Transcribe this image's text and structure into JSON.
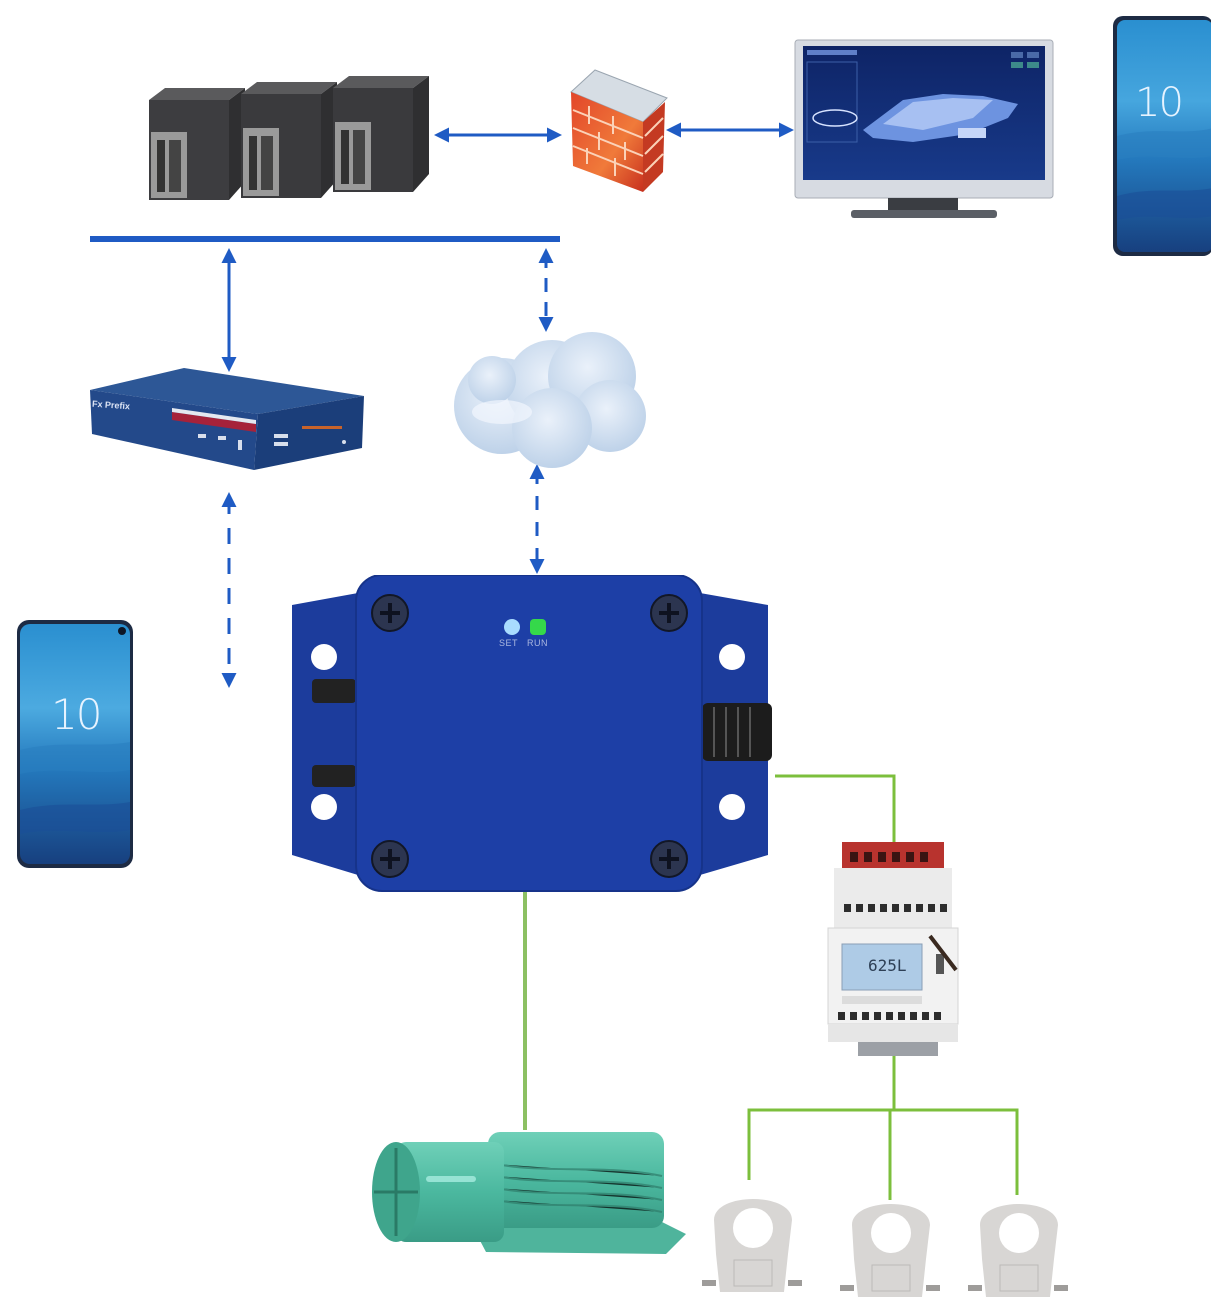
{
  "diagram": {
    "title": "IoT wireless sensor network architecture",
    "colors": {
      "network_link": "#1f5bc4",
      "field_wire": "#7cbf3c",
      "gateway_body": "#1d3fa6",
      "background": "#ffffff"
    },
    "nodes": [
      {
        "id": "servers",
        "label": "Server cluster",
        "icon": "server-rack-icon",
        "count": 3
      },
      {
        "id": "firewall",
        "label": "Firewall",
        "icon": "firewall-icon"
      },
      {
        "id": "monitor",
        "label": "Monitoring display",
        "icon": "monitor-icon"
      },
      {
        "id": "phone_top_right",
        "label": "Smartphone",
        "icon": "smartphone-icon",
        "screen_text": "10"
      },
      {
        "id": "router",
        "label": "Network router",
        "icon": "router-icon",
        "brand_text": "Fx Prefix"
      },
      {
        "id": "cloud",
        "label": "Cloud",
        "icon": "cloud-icon"
      },
      {
        "id": "phone_left",
        "label": "Smartphone",
        "icon": "smartphone-icon",
        "screen_text": "10"
      },
      {
        "id": "gateway",
        "label": "Wireless gateway",
        "icon": "gateway-box-icon",
        "leds": [
          {
            "label": "SET",
            "color": "#a9dcff"
          },
          {
            "label": "RUN",
            "color": "#35d84a"
          }
        ]
      },
      {
        "id": "meter",
        "label": "DIN-rail energy meter",
        "icon": "energy-meter-icon",
        "display_value": "625L"
      },
      {
        "id": "motor",
        "label": "Electric motor",
        "icon": "motor-icon"
      },
      {
        "id": "ct1",
        "label": "Current transformer",
        "icon": "current-transformer-icon"
      },
      {
        "id": "ct2",
        "label": "Current transformer",
        "icon": "current-transformer-icon"
      },
      {
        "id": "ct3",
        "label": "Current transformer",
        "icon": "current-transformer-icon"
      }
    ],
    "links": [
      {
        "from": "servers",
        "to": "firewall",
        "style": "solid",
        "arrows": "both"
      },
      {
        "from": "firewall",
        "to": "monitor",
        "style": "solid",
        "arrows": "both"
      },
      {
        "from": "bus",
        "to": "router",
        "style": "solid",
        "arrows": "both"
      },
      {
        "from": "bus",
        "to": "cloud",
        "style": "dashed",
        "arrows": "both"
      },
      {
        "from": "router",
        "to": "phone_left",
        "style": "dashed",
        "arrows": "both"
      },
      {
        "from": "cloud",
        "to": "gateway",
        "style": "dashed",
        "arrows": "both"
      },
      {
        "from": "gateway",
        "to": "meter",
        "style": "wire",
        "arrows": "none"
      },
      {
        "from": "gateway",
        "to": "motor",
        "style": "wire",
        "arrows": "none"
      },
      {
        "from": "meter",
        "to": "ct1",
        "style": "wire",
        "arrows": "none"
      },
      {
        "from": "meter",
        "to": "ct2",
        "style": "wire",
        "arrows": "none"
      },
      {
        "from": "meter",
        "to": "ct3",
        "style": "wire",
        "arrows": "none"
      }
    ]
  }
}
